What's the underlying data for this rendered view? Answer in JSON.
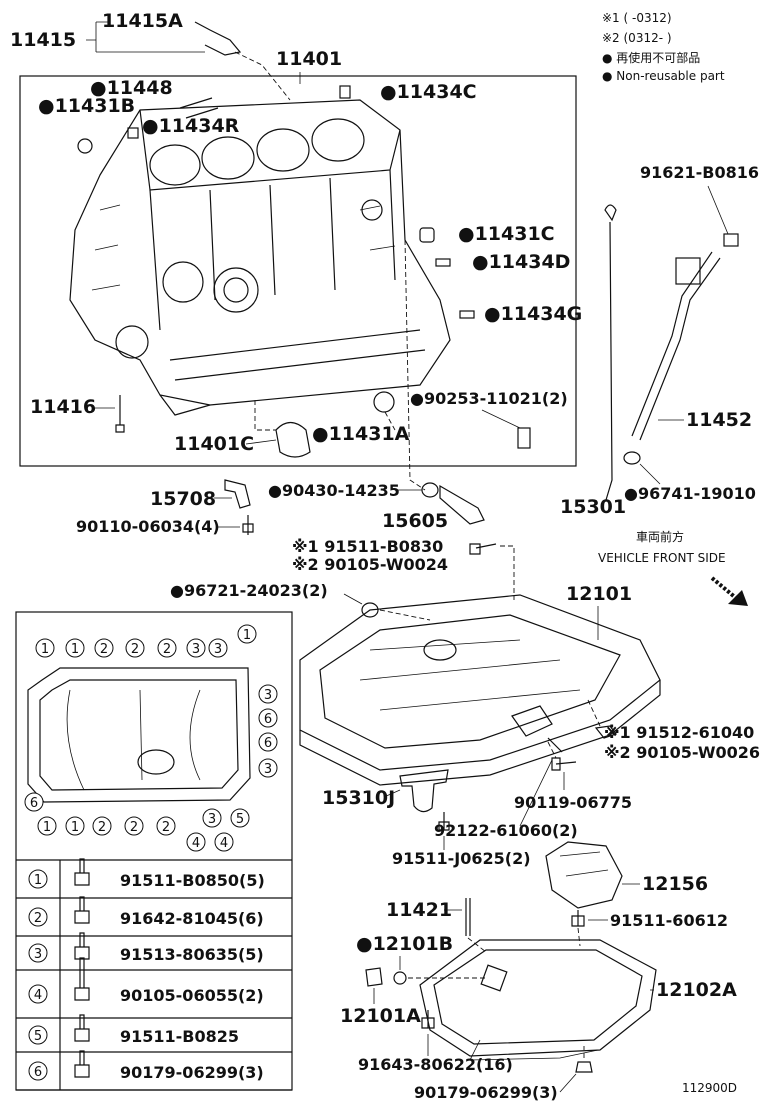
{
  "notes": {
    "variant_1": "※1 (      -0312)",
    "variant_2": "※2 (0312-       )",
    "non_reusable_jp": "● 再使用不可部品",
    "non_reusable_en": "● Non-reusable part"
  },
  "labels": {
    "p11415": "11415",
    "p11415A": "11415A",
    "p11401": "11401",
    "p11448": "●11448",
    "p11431B": "●11431B",
    "p11434R": "●11434R",
    "p11434C": "●11434C",
    "p11431C": "●11431C",
    "p11434D": "●11434D",
    "p11434G": "●11434G",
    "p11416": "11416",
    "p11401C": "11401C",
    "p11431A": "●11431A",
    "p90253": "●90253-11021(2)",
    "p91621": "91621-B0816",
    "p11452": "11452",
    "p15301": "15301",
    "p96741": "●96741-19010",
    "p15708": "15708",
    "p90430": "●90430-14235",
    "p15605": "15605",
    "p90110": "90110-06034(4)",
    "p91511_B0830": "※1 91511-B0830",
    "p90105_W0024": "※2 90105-W0024",
    "p96721": "●96721-24023(2)",
    "p12101": "12101",
    "vehicle_jp": "車両前方",
    "vehicle_en": "VEHICLE FRONT SIDE",
    "p91512": "※1 91512-61040",
    "p90105_W0026": "※2 90105-W0026",
    "p15310J": "15310J",
    "p90119": "90119-06775",
    "p92122": "92122-61060(2)",
    "p91511_J0625": "91511-J0625(2)",
    "p12156": "12156",
    "p11421": "11421",
    "p91511_60612": "91511-60612",
    "p12101B": "●12101B",
    "p12102A": "12102A",
    "p12101A": "12101A",
    "p91643": "91643-80622(16)",
    "p90179_bottom": "90179-06299(3)",
    "figure_id": "112900D"
  },
  "legend": [
    {
      "num": "1",
      "part": "91511-B0850(5)"
    },
    {
      "num": "2",
      "part": "91642-81045(6)"
    },
    {
      "num": "3",
      "part": "91513-80635(5)"
    },
    {
      "num": "4",
      "part": "90105-06055(2)"
    },
    {
      "num": "5",
      "part": "91511-B0825"
    },
    {
      "num": "6",
      "part": "90179-06299(3)"
    }
  ],
  "bolt_pattern_top": [
    "1",
    "1",
    "2",
    "2",
    "2",
    "3",
    "3",
    "1"
  ],
  "bolt_pattern_right": [
    "3",
    "6",
    "6",
    "3"
  ],
  "bolt_pattern_bottom": [
    "1",
    "1",
    "2",
    "2",
    "2",
    "4",
    "4",
    "3",
    "5"
  ],
  "bolt_pattern_left": [
    "6"
  ]
}
